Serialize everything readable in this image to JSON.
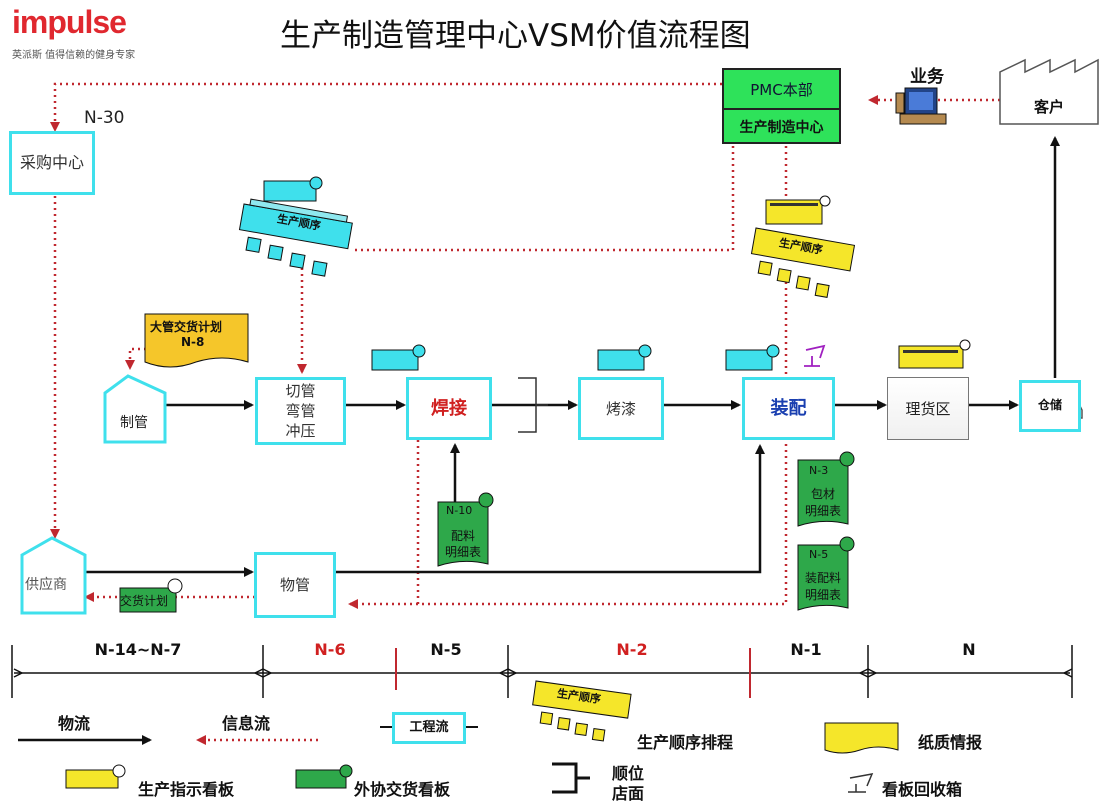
{
  "header": {
    "logo": "impulse",
    "slogan": "英派斯 值得信赖的健身专家",
    "title": "生产制造管理中心VSM价值流程图"
  },
  "nodes": {
    "purchasing": "采购中心",
    "pmc_top": "PMC本部",
    "pmc_bottom": "生产制造中心",
    "sales": "业务",
    "customer": "客户",
    "pipe_make": "制管",
    "cutting": "切管\n弯管\n冲压",
    "welding": "焊接",
    "painting": "烤漆",
    "assembly": "装配",
    "sorting": "理货区",
    "warehouse": "仓储",
    "supplier": "供应商",
    "materials": "物管"
  },
  "labels": {
    "n30": "N-30",
    "big_pipe_plan_line1": "大管交货计划",
    "big_pipe_plan_line2": "N-8",
    "production_seq_1": "生产顺序",
    "production_seq_2": "生产顺序",
    "kanban_n10_code": "N-10",
    "kanban_n10_name": "配料\n明细表",
    "kanban_n3_code": "N-3",
    "kanban_n3_name": "包材\n明细表",
    "kanban_n5_code": "N-5",
    "kanban_n5_name": "装配料\n明细表",
    "delivery_plan": "交货计划"
  },
  "timeline": [
    {
      "label": "N-14~N-7",
      "red": false
    },
    {
      "label": "N-6",
      "red": true
    },
    {
      "label": "N-5",
      "red": false
    },
    {
      "label": "N-2",
      "red": true
    },
    {
      "label": "N-1",
      "red": false
    },
    {
      "label": "N",
      "red": false
    }
  ],
  "legend": {
    "material_flow": "物流",
    "info_flow": "信息流",
    "process_flow": "工程流",
    "sequence_schedule": "生产顺序排程",
    "sequence_tag": "生产顺序",
    "paper_info": "纸质情报",
    "production_kanban": "生产指示看板",
    "supplier_kanban": "外协交货看板",
    "supermarket_line1": "顺位",
    "supermarket_line2": "店面",
    "kanban_post": "看板回收箱"
  },
  "colors": {
    "process_border": "#3fe0ec",
    "info_flow": "#c0282f",
    "kanban_yellow": "#f5e62a",
    "kanban_green": "#2ea84a",
    "pmc_green": "#2ee25a"
  }
}
